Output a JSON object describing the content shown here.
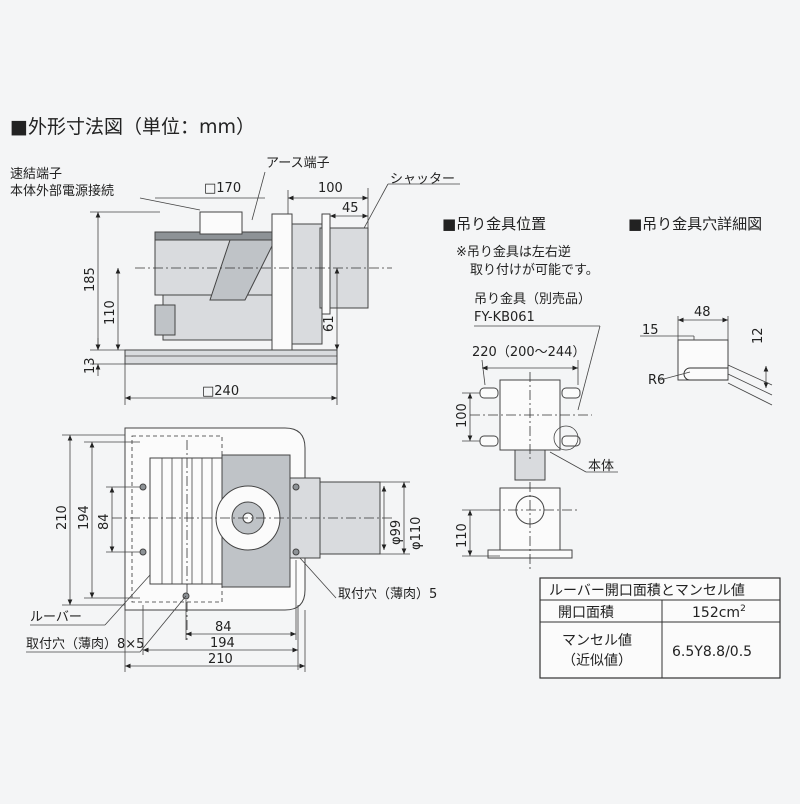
{
  "title": "■外形寸法図（単位：mm）",
  "side_view": {
    "label_connector_1": "速結端子",
    "label_connector_2": "本体外部電源接続",
    "label_earth": "アース端子",
    "label_shutter": "シャッター",
    "dim_170": "□170",
    "dim_100": "100",
    "dim_45": "45",
    "dim_185": "185",
    "dim_110": "110",
    "dim_61": "61",
    "dim_13": "13",
    "dim_240": "□240"
  },
  "plan_view": {
    "dim_210_v": "210",
    "dim_194_v": "194",
    "dim_84_v": "84",
    "dim_99": "φ99",
    "dim_110": "φ110",
    "label_mount_hole": "取付穴（薄肉）5",
    "label_louver": "ルーバー",
    "label_mount_holes": "取付穴（薄肉）8×5",
    "dim_84_h": "84",
    "dim_194_h": "194",
    "dim_210_h": "210"
  },
  "hanger_position": {
    "title": "■吊り金具位置",
    "note_1": "※吊り金具は左右逆",
    "note_2": "取り付けが可能です。",
    "label_part_1": "吊り金具（別売品）",
    "label_part_2": "FY-KB061",
    "dim_220": "220（200〜244）",
    "dim_100": "100",
    "label_body": "本体",
    "dim_110": "110"
  },
  "hanger_hole": {
    "title": "■吊り金具穴詳細図",
    "dim_48": "48",
    "dim_15": "15",
    "dim_12": "12",
    "dim_r6": "R6"
  },
  "louver_table": {
    "header": "ルーバー開口面積とマンセル値",
    "row1_label": "開口面積",
    "row1_value": "152cm",
    "row1_sup": "2",
    "row2_label_1": "マンセル値",
    "row2_label_2": "（近似値）",
    "row2_value": "6.5Y8.8/0.5"
  }
}
